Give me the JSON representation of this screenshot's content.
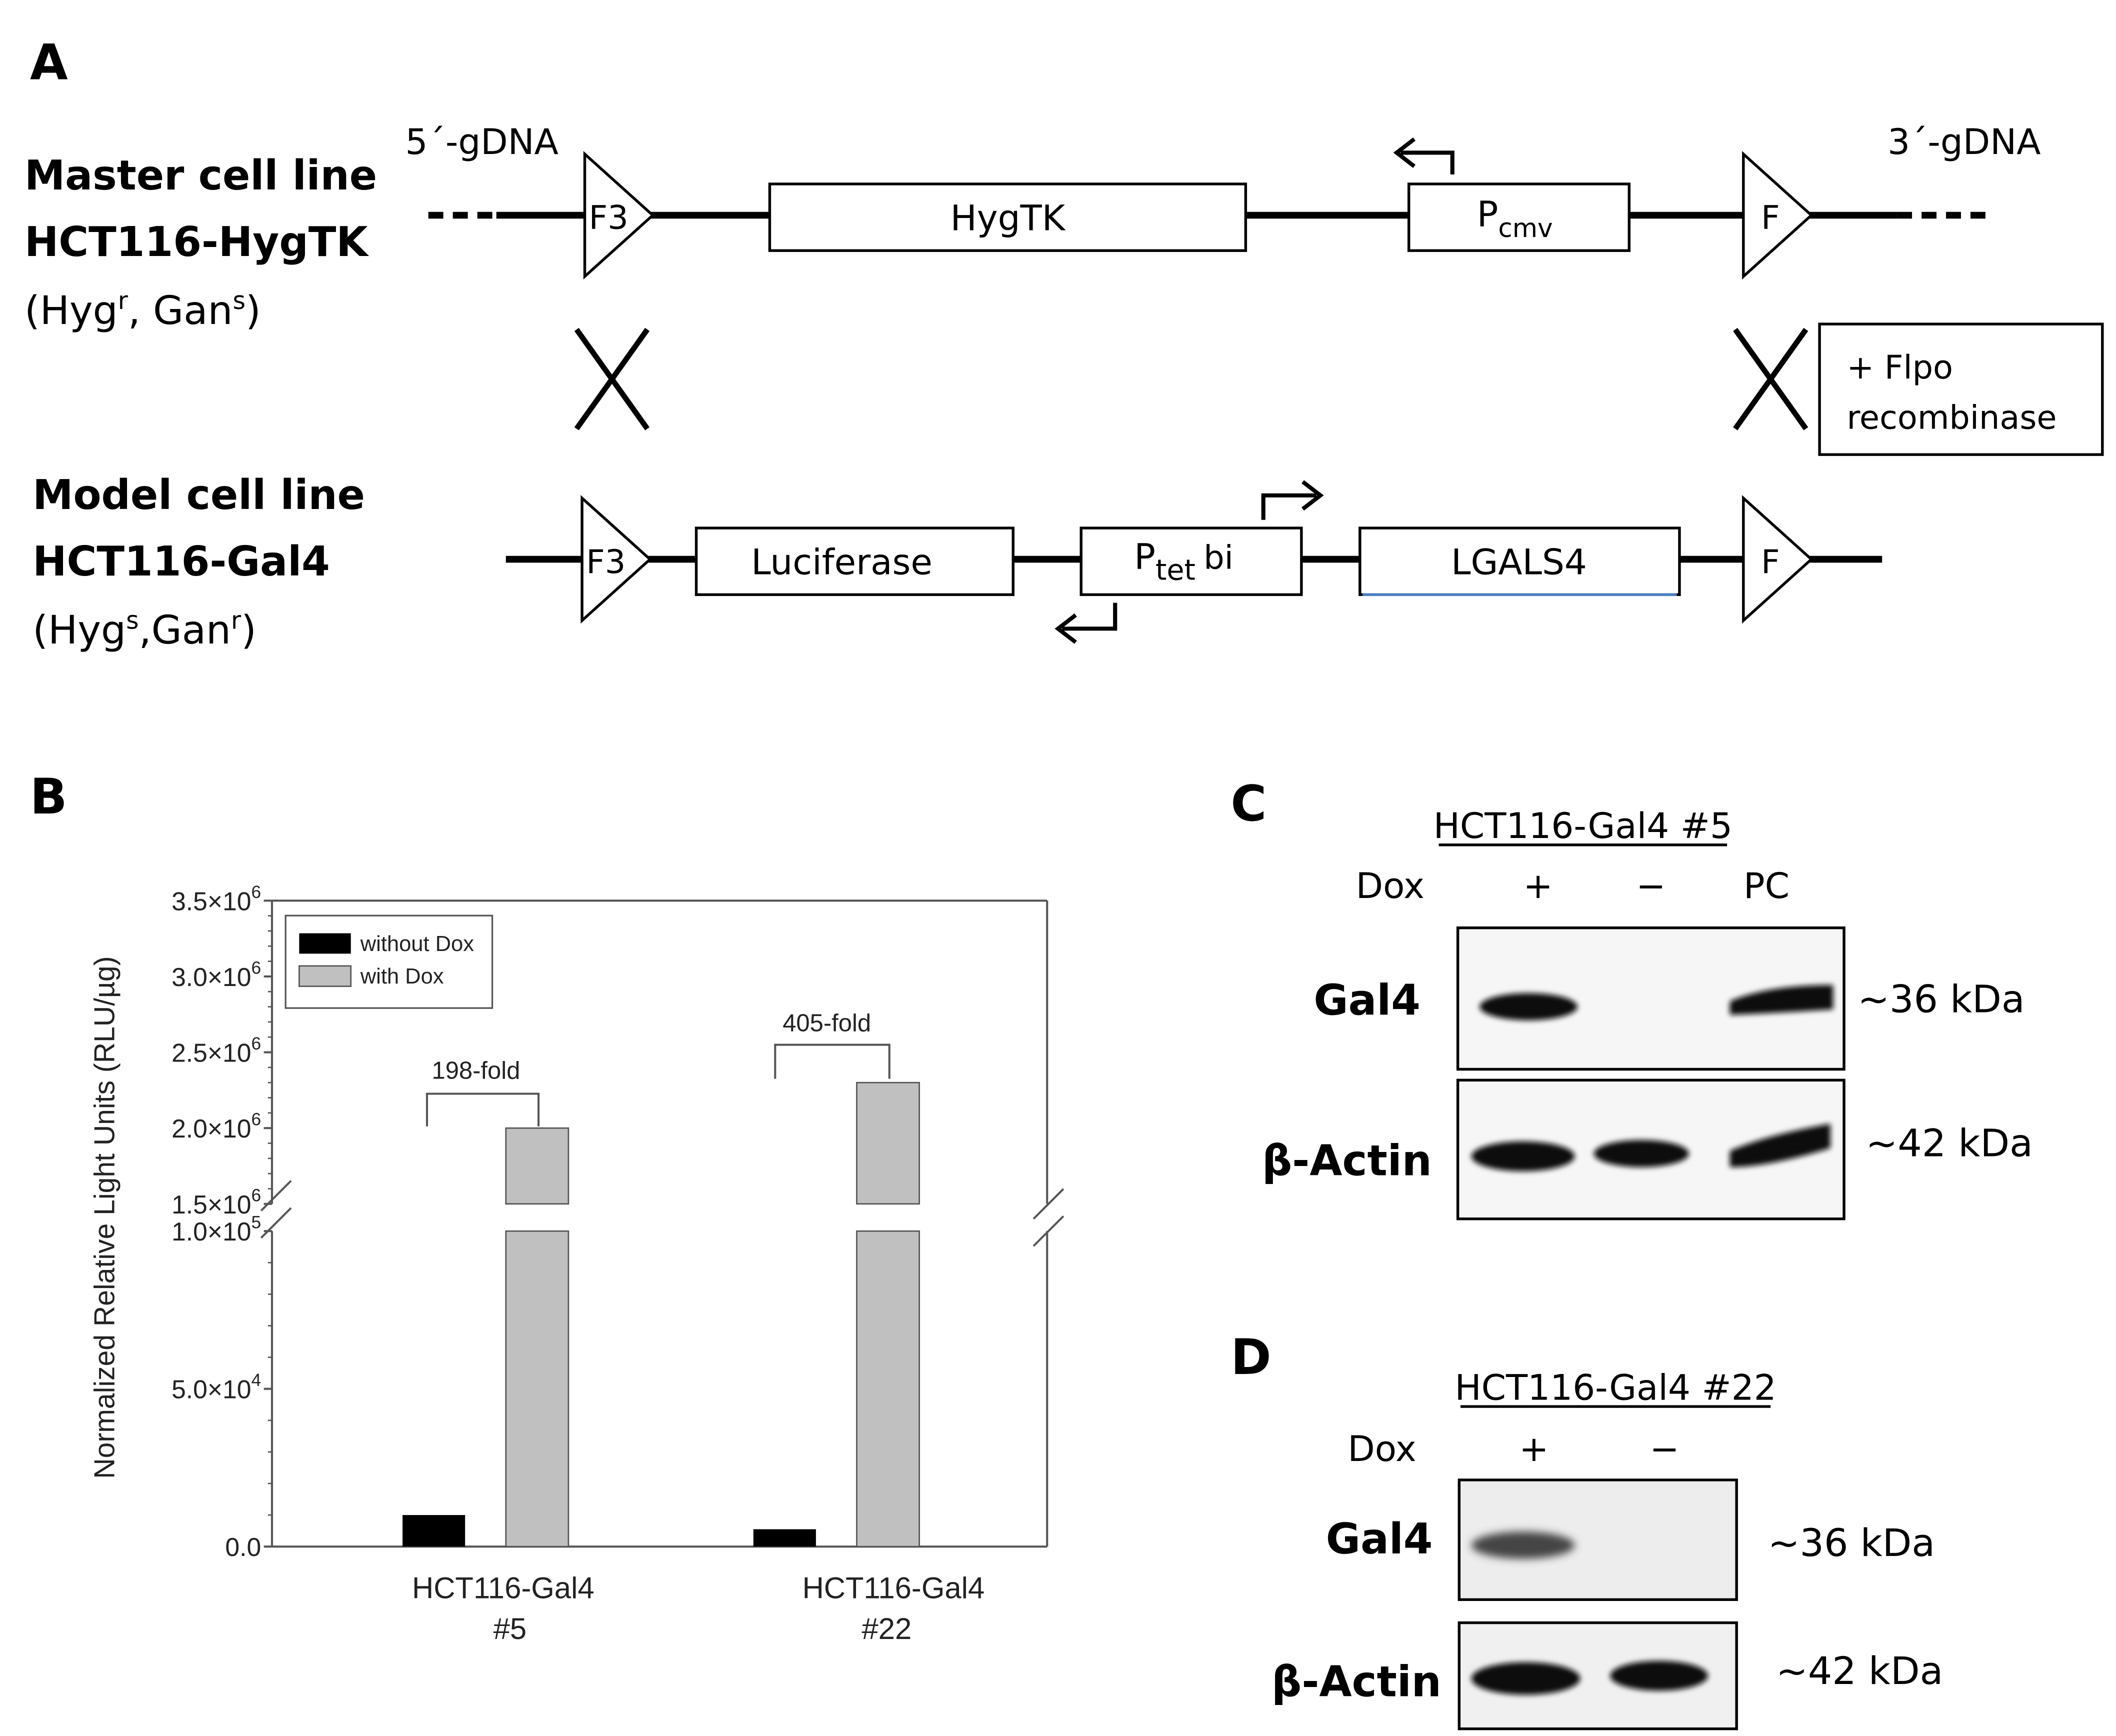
{
  "panel_a": {
    "label": "A",
    "master": {
      "title1": "Master cell line",
      "title2": "HCT116-HygTK",
      "marker_open": "(Hyg",
      "marker_sup1": "r",
      "marker_mid": ", Gan",
      "marker_sup2": "s",
      "marker_close": ")",
      "gdna5": "5´-gDNA",
      "gdna3": "3´-gDNA",
      "frt_left": "F3",
      "frt_right": "F",
      "gene": "HygTK",
      "promoter_main": "P",
      "promoter_sub": "cmv"
    },
    "model": {
      "title1": "Model cell line",
      "title2": "HCT116-Gal4",
      "marker_open": "(Hyg",
      "marker_sup1": "s",
      "marker_mid": ",Gan",
      "marker_sup2": "r",
      "marker_close": ")",
      "frt_left": "F3",
      "frt_right": "F",
      "gene_left": "Luciferase",
      "gene_right": "LGALS4",
      "promoter_main": "P",
      "promoter_sub": "tet",
      "promoter_suffix": "bi"
    },
    "recombinase_line1": "+ Flpo",
    "recombinase_line2": "recombinase"
  },
  "panel_b": {
    "label": "B",
    "legend_without": "without Dox",
    "legend_with": "with Dox",
    "fold_5": "198-fold",
    "fold_22": "405-fold",
    "cat_5_line1": "HCT116-Gal4",
    "cat_5_line2": "#5",
    "cat_22_line1": "HCT116-Gal4",
    "cat_22_line2": "#22"
  },
  "chart_data": {
    "type": "bar",
    "ylabel": "Normalized Relative Light Units (RLU/µg)",
    "categories": [
      "HCT116-Gal4 #5",
      "HCT116-Gal4 #22"
    ],
    "series": [
      {
        "name": "without Dox",
        "color": "#000000",
        "values": [
          10000,
          5500
        ]
      },
      {
        "name": "with Dox",
        "color": "#c0c0c0",
        "values": [
          2000000,
          2300000
        ]
      }
    ],
    "y_axis_broken": true,
    "lower_segment_ylim": [
      0,
      100000
    ],
    "upper_segment_ylim": [
      1500000,
      3500000
    ],
    "lower_ticks": [
      {
        "value": 0,
        "label": "0.0",
        "exp": ""
      },
      {
        "value": 50000,
        "label": "5.0×10",
        "exp": "4"
      },
      {
        "value": 100000,
        "label": "1.0×10",
        "exp": "5"
      }
    ],
    "upper_ticks": [
      {
        "value": 1500000,
        "label": "1.5×10",
        "exp": "6"
      },
      {
        "value": 2000000,
        "label": "2.0×10",
        "exp": "6"
      },
      {
        "value": 2500000,
        "label": "2.5×10",
        "exp": "6"
      },
      {
        "value": 3000000,
        "label": "3.0×10",
        "exp": "6"
      },
      {
        "value": 3500000,
        "label": "3.5×10",
        "exp": "6"
      }
    ],
    "legend_position": "top-left"
  },
  "panel_c": {
    "label": "C",
    "clone": "HCT116-Gal4 #5",
    "dox": "Dox",
    "lanes": [
      "+",
      "−",
      "PC"
    ],
    "band1": "Gal4",
    "band1_size": "~36 kDa",
    "band2": "β-Actin",
    "band2_size": "~42 kDa"
  },
  "panel_d": {
    "label": "D",
    "clone": "HCT116-Gal4 #22",
    "dox": "Dox",
    "lanes": [
      "+",
      "−"
    ],
    "band1": "Gal4",
    "band1_size": "~36 kDa",
    "band2": "β-Actin",
    "band2_size": "~42 kDa"
  }
}
